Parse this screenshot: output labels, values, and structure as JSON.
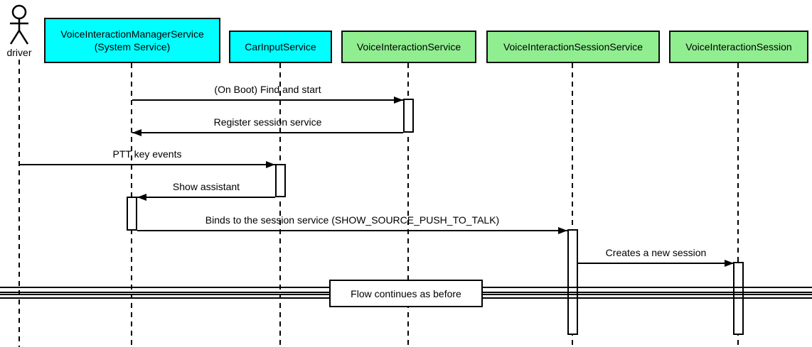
{
  "diagram": {
    "type": "uml-sequence-diagram",
    "background": "#FFFFFF",
    "actor": {
      "label": "driver"
    },
    "participants": [
      {
        "label": "VoiceInteractionManagerService",
        "sublabel": "(System Service)",
        "fill": "#00FFFF"
      },
      {
        "label": "CarInputService",
        "fill": "#00FFFF"
      },
      {
        "label": "VoiceInteractionService",
        "fill": "#90EE90"
      },
      {
        "label": "VoiceInteractionSessionService",
        "fill": "#90EE90"
      },
      {
        "label": "VoiceInteractionSession",
        "fill": "#90EE90"
      }
    ],
    "messages": [
      {
        "from": "VoiceInteractionManagerService",
        "to": "VoiceInteractionService",
        "direction": "right",
        "label": "(On Boot) Find and start"
      },
      {
        "from": "VoiceInteractionService",
        "to": "VoiceInteractionManagerService",
        "direction": "left",
        "label": "Register session service"
      },
      {
        "from": "driver",
        "to": "CarInputService",
        "direction": "right",
        "label": "PTT key events"
      },
      {
        "from": "CarInputService",
        "to": "VoiceInteractionManagerService",
        "direction": "left",
        "label": "Show assistant"
      },
      {
        "from": "VoiceInteractionManagerService",
        "to": "VoiceInteractionSessionService",
        "direction": "right",
        "label": "Binds to the session service (SHOW_SOURCE_PUSH_TO_TALK)"
      },
      {
        "from": "VoiceInteractionSessionService",
        "to": "VoiceInteractionSession",
        "direction": "right",
        "label": "Creates a new session"
      }
    ],
    "divider": {
      "label": "Flow continues as before"
    },
    "colors": {
      "cyan_participant": "#00FFFF",
      "green_participant": "#90EE90",
      "line": "#000000",
      "activation_fill": "#FFFFFF"
    }
  }
}
